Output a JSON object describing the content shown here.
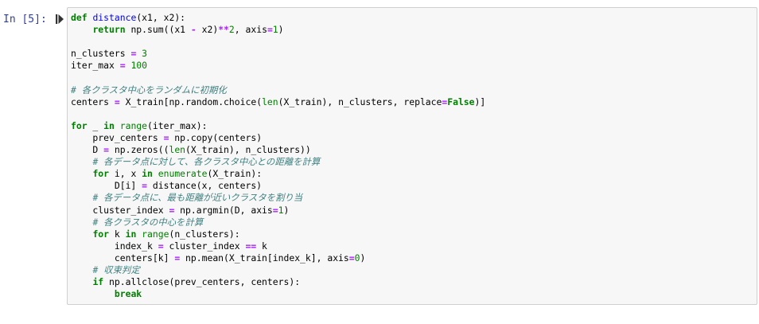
{
  "prompt": "In [5]:",
  "icons": {
    "run": "run-cell-icon"
  },
  "colors": {
    "keyword": "#008000",
    "function": "#0000ff",
    "operator": "#aa22ff",
    "comment": "#408080",
    "prompt": "#303f9f"
  },
  "code": {
    "lines": [
      [
        [
          "k",
          "def"
        ],
        [
          "p",
          " "
        ],
        [
          "nf",
          "distance"
        ],
        [
          "p",
          "(x1, x2):"
        ]
      ],
      [
        [
          "p",
          "    "
        ],
        [
          "k",
          "return"
        ],
        [
          "p",
          " np."
        ],
        [
          "n",
          "sum"
        ],
        [
          "p",
          "((x1 "
        ],
        [
          "o",
          "-"
        ],
        [
          "p",
          " x2)"
        ],
        [
          "o",
          "**"
        ],
        [
          "m",
          "2"
        ],
        [
          "p",
          ", axis"
        ],
        [
          "o",
          "="
        ],
        [
          "m",
          "1"
        ],
        [
          "p",
          ")"
        ]
      ],
      [],
      [
        [
          "p",
          "n_clusters "
        ],
        [
          "o",
          "="
        ],
        [
          "p",
          " "
        ],
        [
          "m",
          "3"
        ]
      ],
      [
        [
          "p",
          "iter_max "
        ],
        [
          "o",
          "="
        ],
        [
          "p",
          " "
        ],
        [
          "m",
          "100"
        ]
      ],
      [],
      [
        [
          "c",
          "# 各クラスタ中心をランダムに初期化"
        ]
      ],
      [
        [
          "p",
          "centers "
        ],
        [
          "o",
          "="
        ],
        [
          "p",
          " X_train[np."
        ],
        [
          "n",
          "random"
        ],
        [
          "p",
          "."
        ],
        [
          "n",
          "choice"
        ],
        [
          "p",
          "("
        ],
        [
          "nb",
          "len"
        ],
        [
          "p",
          "(X_train), n_clusters, replace"
        ],
        [
          "o",
          "="
        ],
        [
          "k",
          "False"
        ],
        [
          "p",
          ")]"
        ]
      ],
      [],
      [
        [
          "k",
          "for"
        ],
        [
          "p",
          " _ "
        ],
        [
          "k",
          "in"
        ],
        [
          "p",
          " "
        ],
        [
          "nb",
          "range"
        ],
        [
          "p",
          "(iter_max):"
        ]
      ],
      [
        [
          "p",
          "    prev_centers "
        ],
        [
          "o",
          "="
        ],
        [
          "p",
          " np."
        ],
        [
          "n",
          "copy"
        ],
        [
          "p",
          "(centers)"
        ]
      ],
      [
        [
          "p",
          "    D "
        ],
        [
          "o",
          "="
        ],
        [
          "p",
          " np."
        ],
        [
          "n",
          "zeros"
        ],
        [
          "p",
          "(("
        ],
        [
          "nb",
          "len"
        ],
        [
          "p",
          "(X_train), n_clusters))"
        ]
      ],
      [
        [
          "p",
          "    "
        ],
        [
          "c",
          "# 各データ点に対して、各クラスタ中心との距離を計算"
        ]
      ],
      [
        [
          "p",
          "    "
        ],
        [
          "k",
          "for"
        ],
        [
          "p",
          " i, x "
        ],
        [
          "k",
          "in"
        ],
        [
          "p",
          " "
        ],
        [
          "nb",
          "enumerate"
        ],
        [
          "p",
          "(X_train):"
        ]
      ],
      [
        [
          "p",
          "        D[i] "
        ],
        [
          "o",
          "="
        ],
        [
          "p",
          " distance(x, centers)"
        ]
      ],
      [
        [
          "p",
          "    "
        ],
        [
          "c",
          "# 各データ点に、最も距離が近いクラスタを割り当"
        ]
      ],
      [
        [
          "p",
          "    cluster_index "
        ],
        [
          "o",
          "="
        ],
        [
          "p",
          " np."
        ],
        [
          "n",
          "argmin"
        ],
        [
          "p",
          "(D, axis"
        ],
        [
          "o",
          "="
        ],
        [
          "m",
          "1"
        ],
        [
          "p",
          ")"
        ]
      ],
      [
        [
          "p",
          "    "
        ],
        [
          "c",
          "# 各クラスタの中心を計算"
        ]
      ],
      [
        [
          "p",
          "    "
        ],
        [
          "k",
          "for"
        ],
        [
          "p",
          " k "
        ],
        [
          "k",
          "in"
        ],
        [
          "p",
          " "
        ],
        [
          "nb",
          "range"
        ],
        [
          "p",
          "(n_clusters):"
        ]
      ],
      [
        [
          "p",
          "        index_k "
        ],
        [
          "o",
          "="
        ],
        [
          "p",
          " cluster_index "
        ],
        [
          "o",
          "=="
        ],
        [
          "p",
          " k"
        ]
      ],
      [
        [
          "p",
          "        centers[k] "
        ],
        [
          "o",
          "="
        ],
        [
          "p",
          " np."
        ],
        [
          "n",
          "mean"
        ],
        [
          "p",
          "(X_train[index_k], axis"
        ],
        [
          "o",
          "="
        ],
        [
          "m",
          "0"
        ],
        [
          "p",
          ")"
        ]
      ],
      [
        [
          "p",
          "    "
        ],
        [
          "c",
          "# 収束判定"
        ]
      ],
      [
        [
          "p",
          "    "
        ],
        [
          "k",
          "if"
        ],
        [
          "p",
          " np."
        ],
        [
          "n",
          "allclose"
        ],
        [
          "p",
          "(prev_centers, centers):"
        ]
      ],
      [
        [
          "p",
          "        "
        ],
        [
          "k",
          "break"
        ]
      ]
    ]
  }
}
